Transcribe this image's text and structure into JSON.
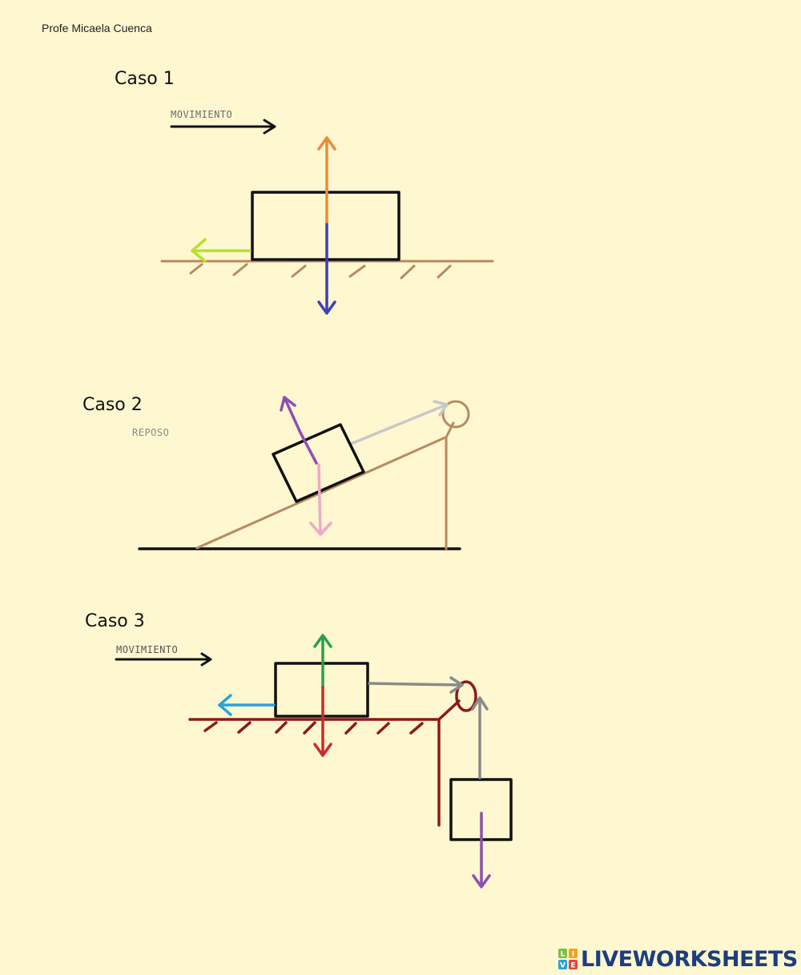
{
  "author": "Profe Micaela Cuenca",
  "cases": [
    {
      "title": "Caso 1",
      "state": "MOVIMIENTO"
    },
    {
      "title": "Caso 2",
      "state": "REPOSO"
    },
    {
      "title": "Caso 3",
      "state": "MOVIMIENTO"
    }
  ],
  "brand": {
    "logo_letters": "LIVE",
    "text": "LIVEWORKSHEETS"
  },
  "colors": {
    "background": "#fef7d0",
    "brand_text": "#1d3d7c",
    "ground_brown": "#b88a62",
    "ground_red": "#8b1a1a",
    "label_gray": "#6b6b6b",
    "orange": "#e88c3a",
    "blue": "#3f3fb8",
    "lime": "#b8e02c",
    "purple": "#8e4fb0",
    "pink": "#f0a8c8",
    "light_gray": "#c8c8c8",
    "green": "#2aa046",
    "red": "#c92a2a",
    "cyan": "#2aa4d8",
    "gray": "#8a8a8a"
  }
}
